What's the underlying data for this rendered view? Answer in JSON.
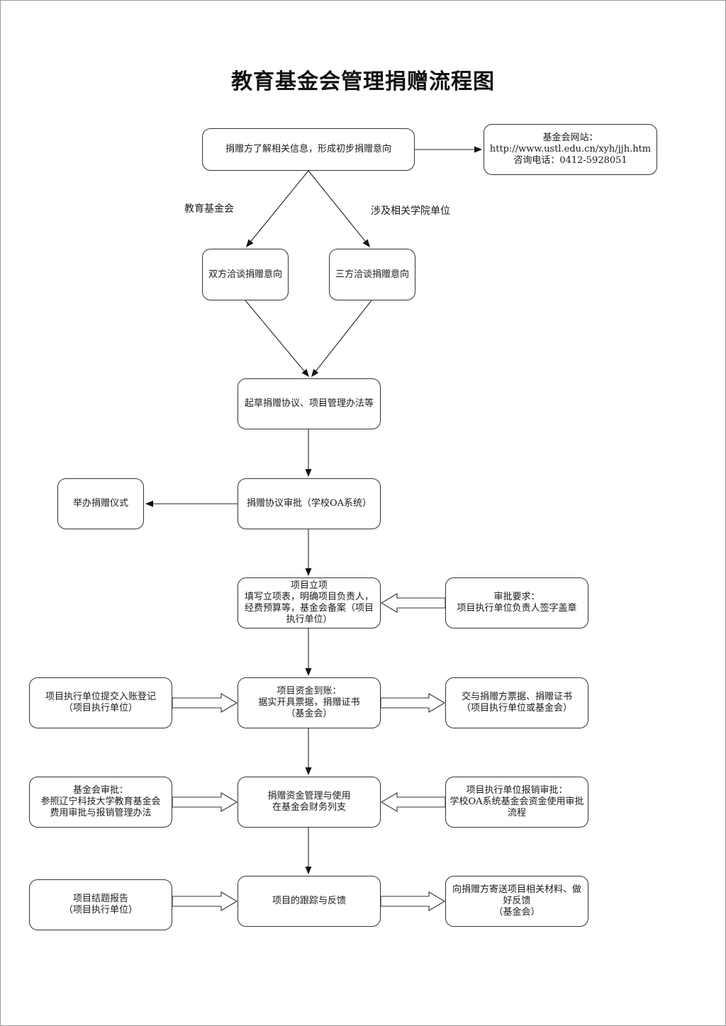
{
  "title": "教育基金会管理捐赠流程图",
  "branch_labels": {
    "left": "教育基金会",
    "right": "涉及相关学院单位"
  },
  "nodes": {
    "start": {
      "lines": [
        "捐赠方了解相关信息，形成初步捐赠意向"
      ]
    },
    "website": {
      "lines": [
        "基金会网站：",
        "http://www.ustl.edu.cn/xyh/jjh.htm",
        "咨询电话：0412-5928051"
      ]
    },
    "bilateral": {
      "lines": [
        "双方洽谈捐赠意向"
      ]
    },
    "trilateral": {
      "lines": [
        "三方洽谈捐赠意向"
      ]
    },
    "draft": {
      "lines": [
        "起草捐赠协议、项目管理办法等"
      ]
    },
    "ceremony": {
      "lines": [
        "举办捐赠仪式"
      ]
    },
    "approval": {
      "lines": [
        "捐赠协议审批（学校OA系统）"
      ]
    },
    "project": {
      "lines": [
        "项目立项",
        "填写立项表，明确项目负责人，",
        "经费预算等，基金会备案（项目",
        "执行单位）"
      ]
    },
    "requirement": {
      "lines": [
        "审批要求：",
        "项目执行单位负责人签字盖章"
      ]
    },
    "register": {
      "lines": [
        "项目执行单位提交入账登记",
        "（项目执行单位）"
      ]
    },
    "funds": {
      "lines": [
        "项目资金到账：",
        "据实开具票据，捐赠证书",
        "（基金会）"
      ]
    },
    "receipt": {
      "lines": [
        "交与捐赠方票据、捐赠证书",
        "（项目执行单位或基金会）"
      ]
    },
    "foundation_approval": {
      "lines": [
        "基金会审批：",
        "参照辽宁科技大学教育基金会",
        "费用审批与报销管理办法"
      ]
    },
    "usage": {
      "lines": [
        "捐赠资金管理与使用",
        "在基金会财务列支"
      ]
    },
    "reimburse": {
      "lines": [
        "项目执行单位报销审批：",
        "学校OA系统基金会资金使用审批",
        "流程"
      ]
    },
    "report": {
      "lines": [
        "项目结题报告",
        "（项目执行单位）"
      ]
    },
    "tracking": {
      "lines": [
        "项目的跟踪与反馈"
      ]
    },
    "feedback": {
      "lines": [
        "向捐赠方寄送项目相关材料、做",
        "好反馈",
        "（基金会）"
      ]
    }
  },
  "edges": [
    {
      "from": "start",
      "to": "website",
      "style": "arrow"
    },
    {
      "from": "start",
      "to": "bilateral",
      "style": "arrow",
      "label": "教育基金会"
    },
    {
      "from": "start",
      "to": "trilateral",
      "style": "arrow",
      "label": "涉及相关学院单位"
    },
    {
      "from": "bilateral",
      "to": "draft",
      "style": "arrow"
    },
    {
      "from": "trilateral",
      "to": "draft",
      "style": "arrow"
    },
    {
      "from": "draft",
      "to": "approval",
      "style": "arrow"
    },
    {
      "from": "approval",
      "to": "ceremony",
      "style": "arrow"
    },
    {
      "from": "approval",
      "to": "project",
      "style": "arrow"
    },
    {
      "from": "requirement",
      "to": "project",
      "style": "block-arrow"
    },
    {
      "from": "project",
      "to": "funds",
      "style": "arrow"
    },
    {
      "from": "register",
      "to": "funds",
      "style": "block-arrow"
    },
    {
      "from": "funds",
      "to": "receipt",
      "style": "block-arrow"
    },
    {
      "from": "funds",
      "to": "usage",
      "style": "arrow"
    },
    {
      "from": "foundation_approval",
      "to": "usage",
      "style": "block-arrow"
    },
    {
      "from": "reimburse",
      "to": "usage",
      "style": "block-arrow"
    },
    {
      "from": "usage",
      "to": "tracking",
      "style": "arrow"
    },
    {
      "from": "report",
      "to": "tracking",
      "style": "block-arrow"
    },
    {
      "from": "tracking",
      "to": "feedback",
      "style": "block-arrow"
    }
  ]
}
